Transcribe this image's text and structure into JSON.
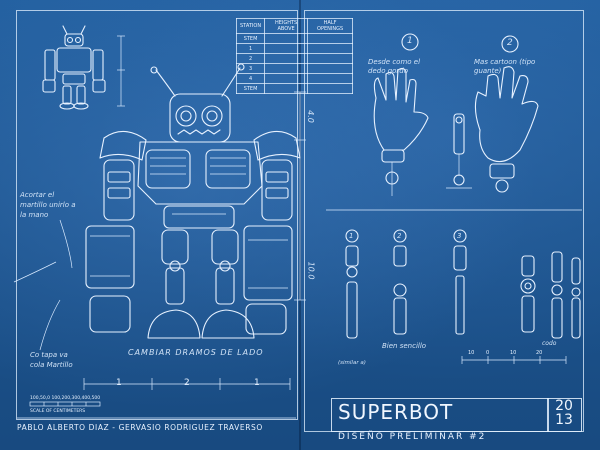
{
  "title": "SUPERBOT",
  "year": "2013",
  "subtitle": "DISEÑO PRELIMINAR #2",
  "authors": "PABLO ALBERTO DIAZ - GERVASIO RODRIGUEZ TRAVERSO",
  "scale": {
    "label": "SCALE OF CENTIMETERS",
    "numbers": "100,50,0  100,200,300,400,500"
  },
  "table": {
    "headers": [
      "STATION",
      "HEIGHTS ABOVE",
      "HALF OPENINGS"
    ],
    "rows": [
      [
        "STEM",
        "",
        ""
      ],
      [
        "1",
        "",
        ""
      ],
      [
        "2",
        "",
        ""
      ],
      [
        "3",
        "",
        ""
      ],
      [
        "4",
        "",
        ""
      ],
      [
        "STEM",
        "",
        ""
      ]
    ]
  },
  "dimensions": {
    "main_segments": [
      "1",
      "2",
      "1"
    ],
    "right_upper": "4.0",
    "right_lower": "10.0"
  },
  "notes": {
    "left_arm": "Acortar el martillo unirlo a la mano",
    "bottom_left": "Co tapa va cola Martillo",
    "feet": "CAMBIAR DRAMOS DE LADO",
    "hand1_num": "1",
    "hand1_text": "Desde como el dedo gordo",
    "hand2_num": "2",
    "hand2_text": "Mas cartoon (tipo guante)",
    "joint_nums": [
      "1",
      "2",
      "3"
    ],
    "joint1_text": "(similar a)",
    "joint2_text": "Bien sencillo",
    "joint4_text": "codo"
  },
  "ruler_ticks": [
    "10",
    "0",
    "10",
    "20"
  ]
}
